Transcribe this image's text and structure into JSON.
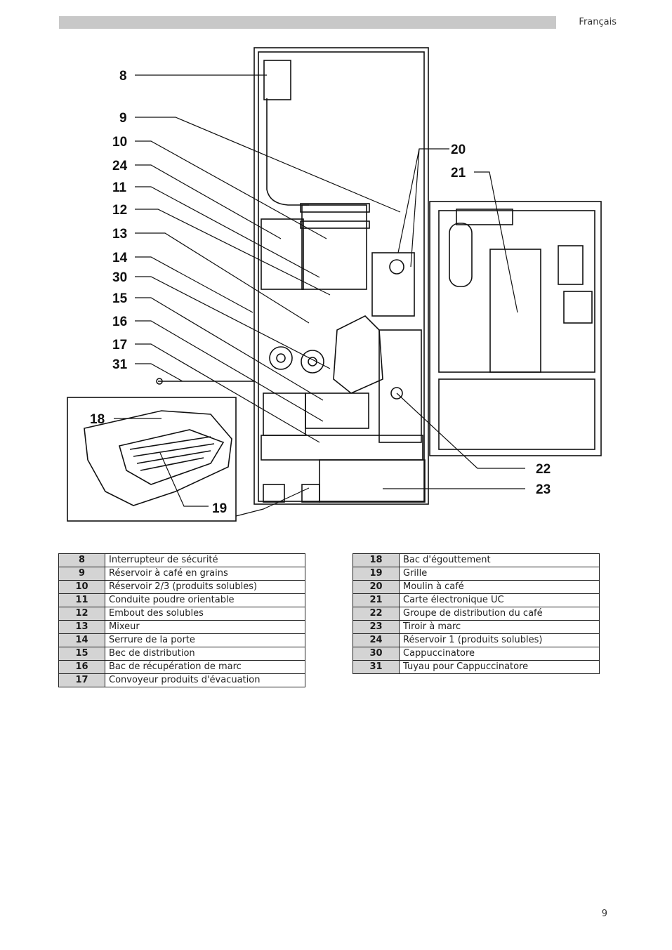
{
  "header": {
    "language": "Français"
  },
  "figure": {
    "callouts": [
      "8",
      "9",
      "10",
      "24",
      "11",
      "12",
      "13",
      "14",
      "30",
      "15",
      "16",
      "17",
      "31",
      "20",
      "21",
      "22",
      "23",
      "18",
      "19"
    ]
  },
  "legend_left": [
    {
      "num": "8",
      "label": "Interrupteur de sécurité"
    },
    {
      "num": "9",
      "label": "Réservoir à café en grains"
    },
    {
      "num": "10",
      "label": "Réservoir 2/3 (produits solubles)"
    },
    {
      "num": "11",
      "label": "Conduite poudre orientable"
    },
    {
      "num": "12",
      "label": "Embout des solubles"
    },
    {
      "num": "13",
      "label": "Mixeur"
    },
    {
      "num": "14",
      "label": "Serrure de la porte"
    },
    {
      "num": "15",
      "label": "Bec de distribution"
    },
    {
      "num": "16",
      "label": "Bac de récupération de marc"
    },
    {
      "num": "17",
      "label": "Convoyeur produits d'évacuation"
    }
  ],
  "legend_right": [
    {
      "num": "18",
      "label": "Bac d'égouttement"
    },
    {
      "num": "19",
      "label": "Grille"
    },
    {
      "num": "20",
      "label": "Moulin à café"
    },
    {
      "num": "21",
      "label": "Carte électronique UC"
    },
    {
      "num": "22",
      "label": "Groupe de distribution du café"
    },
    {
      "num": "23",
      "label": "Tiroir à marc"
    },
    {
      "num": "24",
      "label": "Réservoir 1 (produits solubles)"
    },
    {
      "num": "30",
      "label": "Cappuccinatore"
    },
    {
      "num": "31",
      "label": "Tuyau pour Cappuccinatore"
    }
  ],
  "footer": {
    "page_number": "9"
  }
}
